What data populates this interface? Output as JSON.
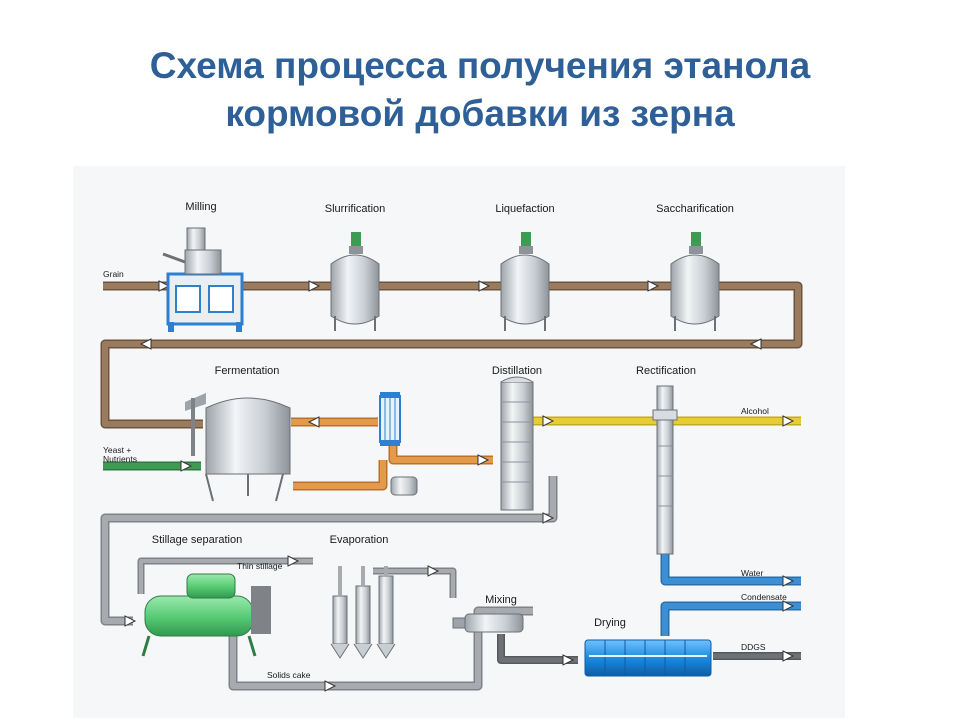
{
  "title": {
    "line1": "Схема процесса получения этанола",
    "line2": "кормовой добавки из зерна"
  },
  "colors": {
    "title": "#2e5f96",
    "grain_pipe": "#9b7b5e",
    "orange_pipe": "#e39a4a",
    "alcohol_pipe": "#e6cd35",
    "water_pipe": "#3c8fd4",
    "yeast_pipe": "#3f9a54",
    "grey_pipe": "#a7abaf",
    "dark_pipe": "#6e7276",
    "equipment_steel": "#c9ced3",
    "mill_frame": "#2f7fd0",
    "separator_green": "#5bcd78",
    "dryer_blue": "#1c8be0"
  },
  "stages": {
    "milling": "Milling",
    "slurrification": "Slurrification",
    "liquefaction": "Liquefaction",
    "saccharification": "Saccharification",
    "fermentation": "Fermentation",
    "distillation": "Distillation",
    "rectification": "Rectification",
    "stillage_separation": "Stillage separation",
    "evaporation": "Evaporation",
    "mixing": "Mixing",
    "drying": "Drying"
  },
  "streams": {
    "grain": "Grain",
    "yeast_line1": "Yeast +",
    "yeast_line2": "Nutrients",
    "alcohol": "Alcohol",
    "water": "Water",
    "condensate": "Condensate",
    "ddgs": "DDGS",
    "thin_stillage": "Thin stillage",
    "solids_cake": "Solids cake"
  }
}
